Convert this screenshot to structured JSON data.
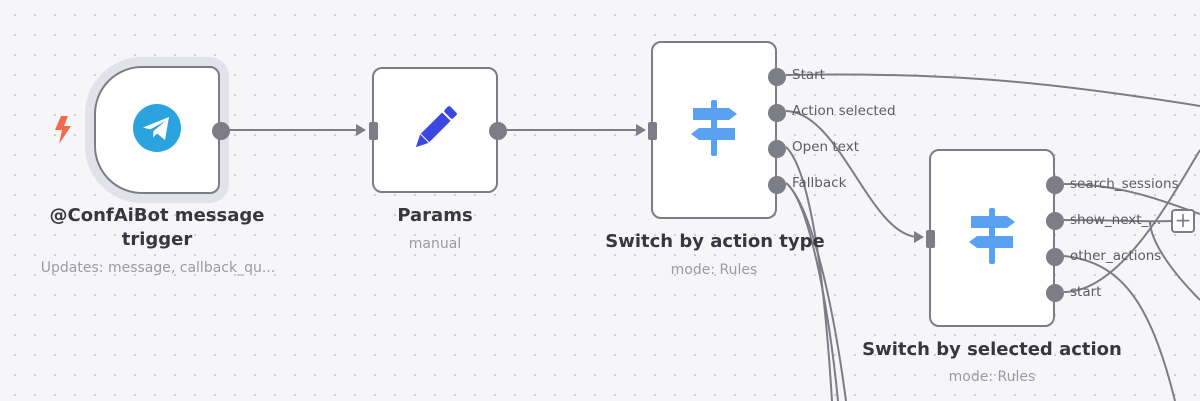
{
  "nodes": {
    "telegram_trigger": {
      "title": "@ConfAiBot message trigger",
      "subtitle": "Updates: message, callback_qu...",
      "icon": "telegram-icon",
      "color": "#2aa3df"
    },
    "params": {
      "title": "Params",
      "subtitle": "manual",
      "icon": "pencil-icon",
      "color": "#3c46e0"
    },
    "switch_action_type": {
      "title": "Switch by action type",
      "subtitle": "mode: Rules",
      "icon": "signpost-icon",
      "color": "#59a2f2",
      "outputs": [
        "Start",
        "Action selected",
        "Open text",
        "Fallback"
      ]
    },
    "switch_selected_action": {
      "title": "Switch by selected action",
      "subtitle": "mode: Rules",
      "icon": "signpost-icon",
      "color": "#59a2f2",
      "outputs": [
        "search_sessions",
        "show_next_...",
        "other_actions",
        "start"
      ]
    }
  },
  "trigger_badge": {
    "icon": "lightning-bolt-icon",
    "color": "#f26a4d"
  },
  "add_button": {
    "label": "+",
    "icon": "plus-icon"
  }
}
